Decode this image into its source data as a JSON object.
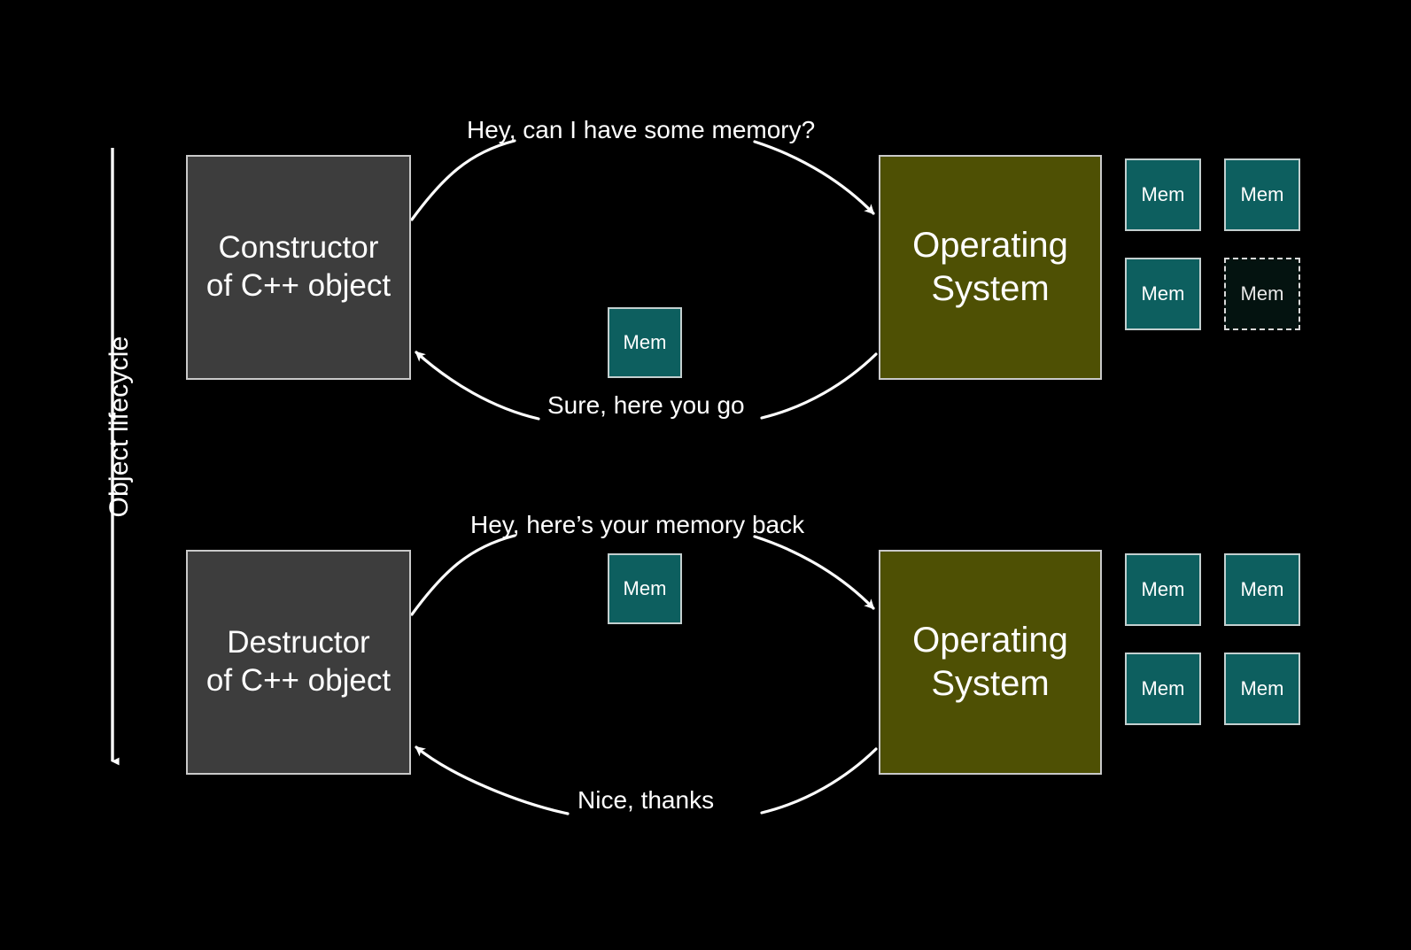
{
  "slide": {
    "background_color": "#000000",
    "axis": {
      "label": "Object lifecycle",
      "direction": "downward",
      "color": "#ffffff"
    },
    "colors": {
      "actor_fill": "#3d3d3d",
      "actor_border": "#c9c9c9",
      "os_fill": "#4e5004",
      "os_border": "#c9c9c9",
      "mem_fill": "#0d5f5f",
      "mem_border": "#c3cfcf",
      "mem_freed_fill": "#041310",
      "mem_freed_border": "#d9d9d9",
      "arrow": "#ffffff",
      "text": "#ffffff"
    }
  },
  "phases": [
    {
      "id": "construction",
      "actor_label": "Constructor\nof C++ object",
      "os_label": "Operating\nSystem",
      "request_label": "Hey, can I have some memory?",
      "response_label": "Sure, here you go",
      "transit_chip_label": "Mem",
      "pool": [
        {
          "label": "Mem",
          "state": "allocated"
        },
        {
          "label": "Mem",
          "state": "allocated"
        },
        {
          "label": "Mem",
          "state": "allocated"
        },
        {
          "label": "Mem",
          "state": "freed"
        }
      ]
    },
    {
      "id": "destruction",
      "actor_label": "Destructor\nof C++ object",
      "os_label": "Operating\nSystem",
      "request_label": "Hey, here’s your memory back",
      "response_label": "Nice, thanks",
      "transit_chip_label": "Mem",
      "pool": [
        {
          "label": "Mem",
          "state": "allocated"
        },
        {
          "label": "Mem",
          "state": "allocated"
        },
        {
          "label": "Mem",
          "state": "allocated"
        },
        {
          "label": "Mem",
          "state": "allocated"
        }
      ]
    }
  ]
}
